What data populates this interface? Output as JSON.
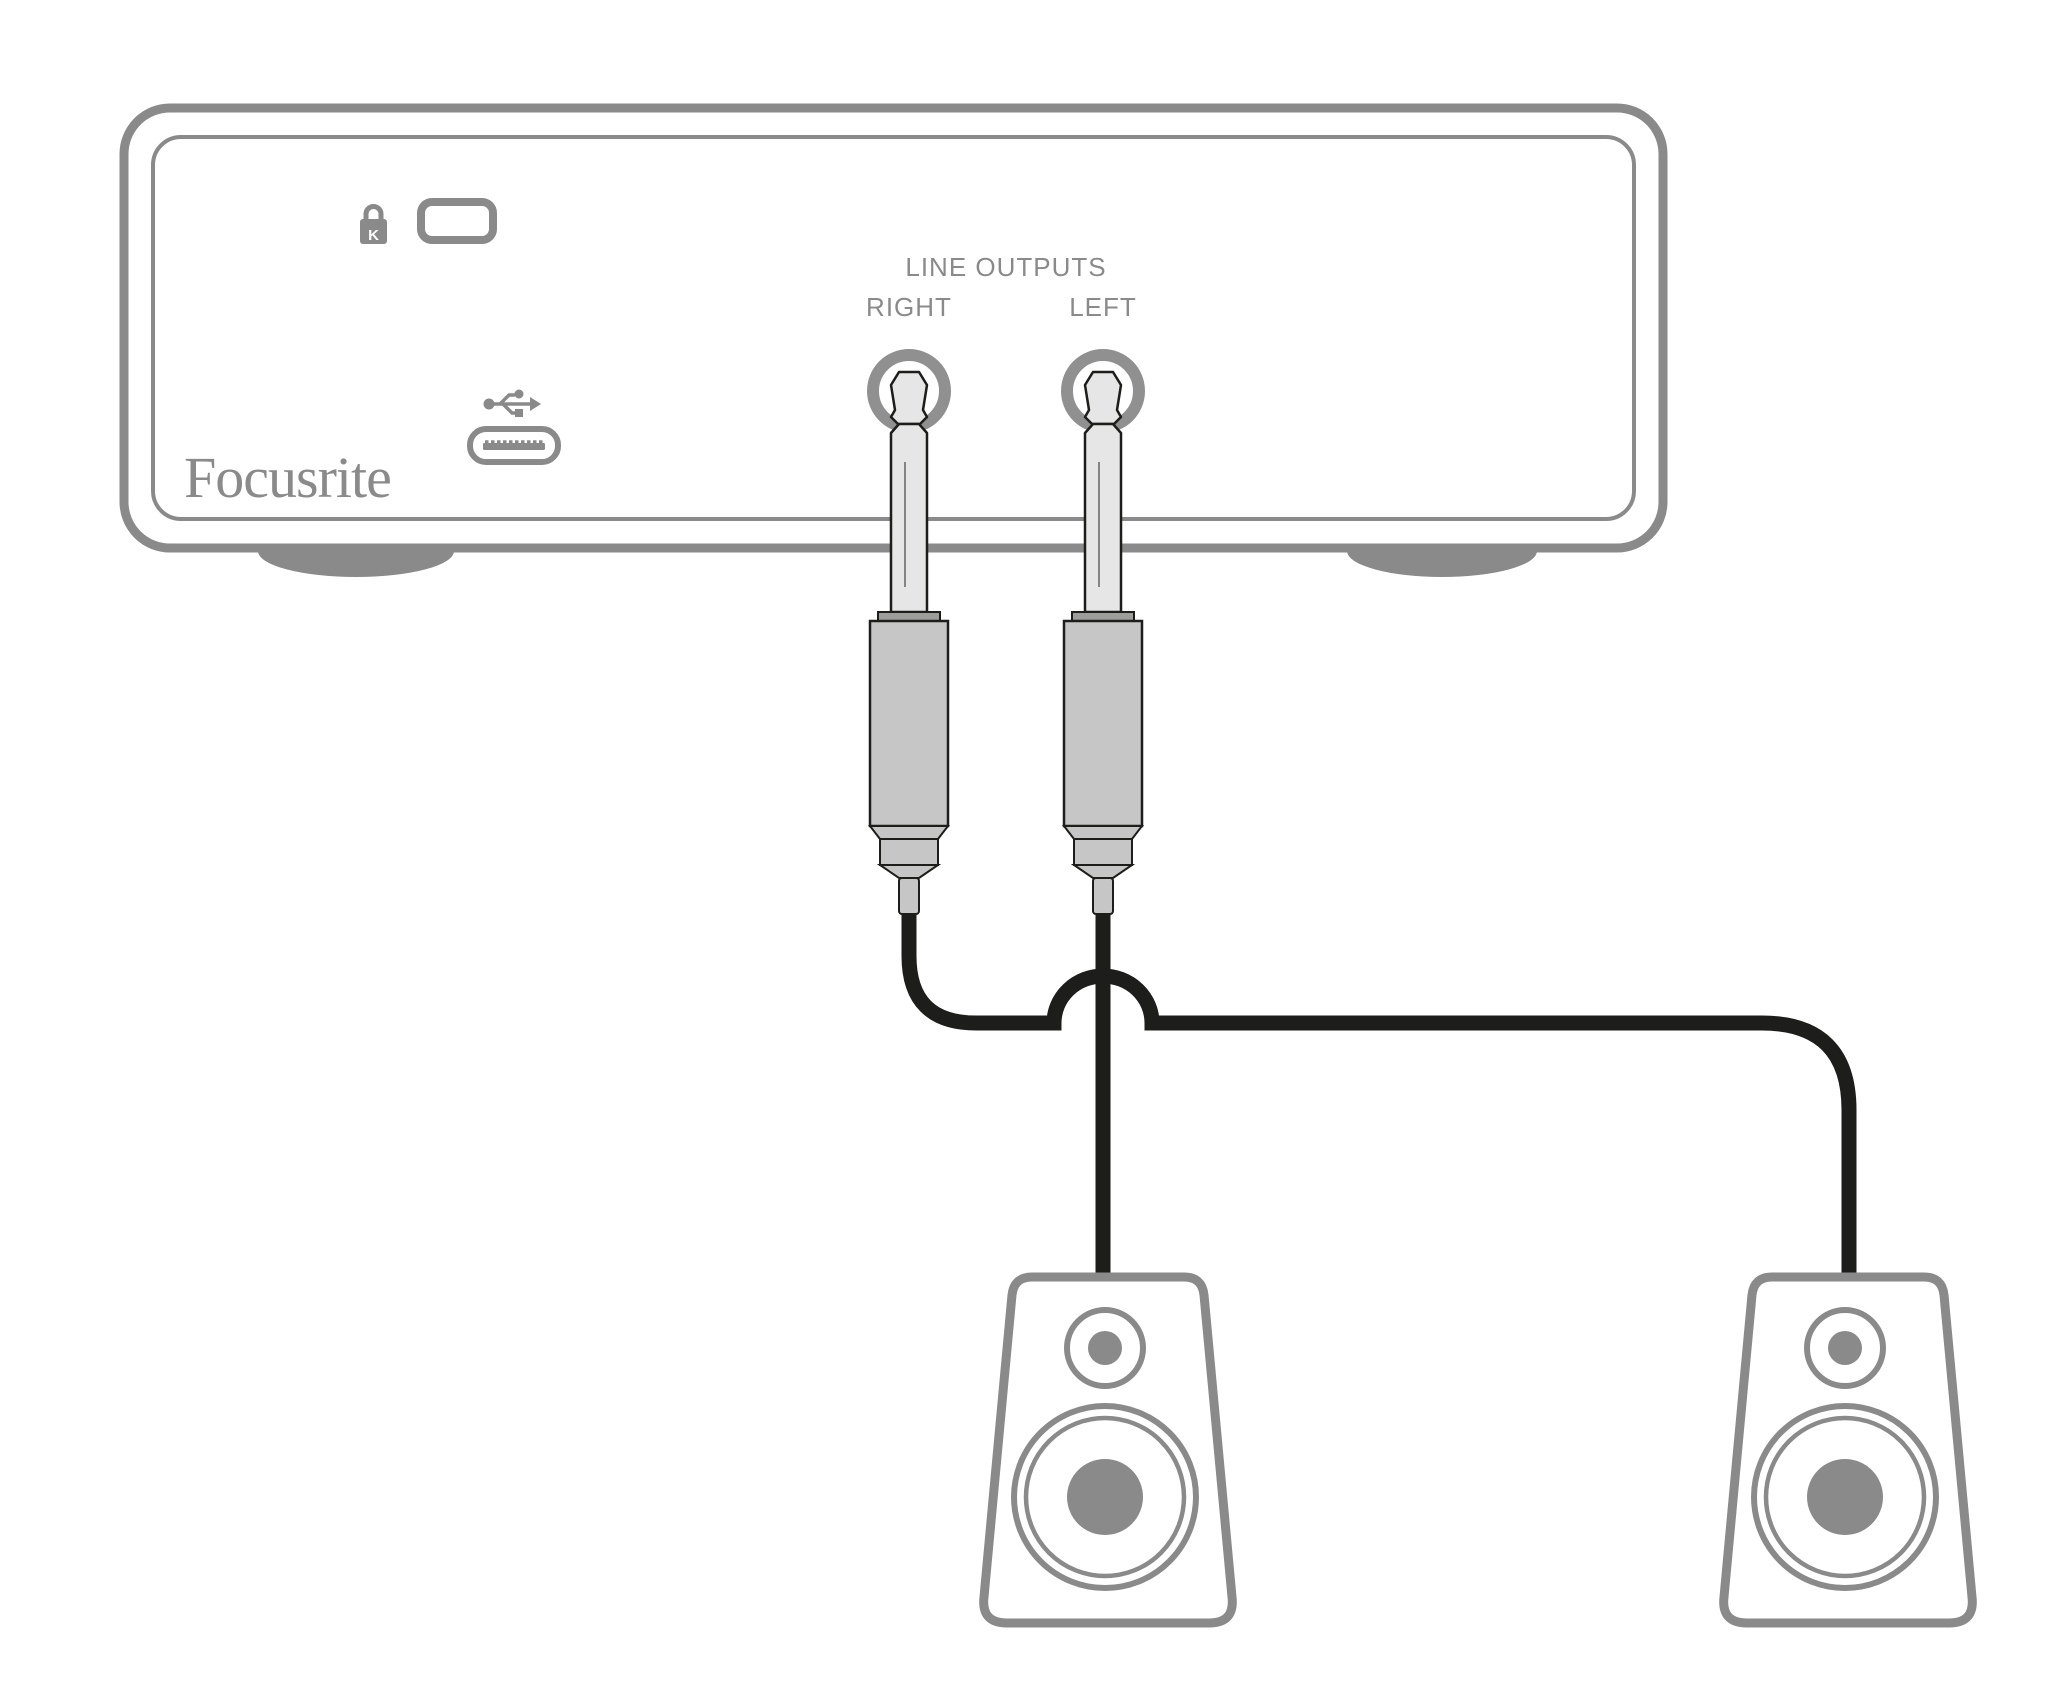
{
  "device": {
    "brand_logo": "Focusrite",
    "panel_labels": {
      "line_outputs": "LINE OUTPUTS",
      "right": "RIGHT",
      "left": "LEFT"
    },
    "kensington_lock_letter": "K"
  },
  "icons": {
    "kensington_lock": "kensington-lock-icon",
    "kensington_slot": "kensington-security-slot",
    "usb": "usb-trident-icon",
    "usb_c_port": "usb-c-port",
    "right_jack": "right-line-output-jack-socket",
    "left_jack": "left-line-output-jack-socket"
  },
  "colors": {
    "outline": "#8a8a8a",
    "jack_ring": "#909090",
    "label_text": "#8a8a8a",
    "cable": "#1d1d1b",
    "plug_shaft": "#e6e6e6",
    "plug_body": "#c6c6c6",
    "plug_collar": "#9d9d9c",
    "speaker_driver": "#8a8a8a",
    "background": "#ffffff"
  }
}
